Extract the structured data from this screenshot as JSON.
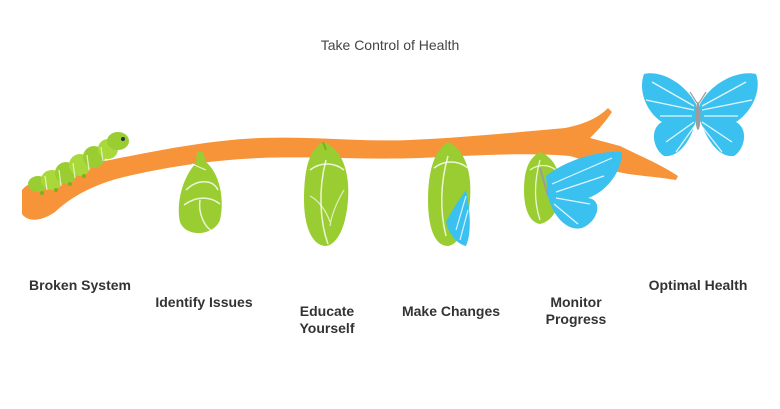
{
  "title": "Take Control of Health",
  "stages": [
    {
      "lines": [
        "Broken System"
      ]
    },
    {
      "lines": [
        "Identify Issues"
      ]
    },
    {
      "lines": [
        "Educate",
        "Yourself"
      ]
    },
    {
      "lines": [
        "Make Changes"
      ]
    },
    {
      "lines": [
        "Monitor",
        "Progress"
      ]
    },
    {
      "lines": [
        "Optimal Health"
      ]
    }
  ],
  "colors": {
    "branch": "#F7943A",
    "green": "#9ACD32",
    "green_light": "#B8E05A",
    "green_dark": "#7DB022",
    "blue": "#3BC1F0",
    "blue_dark": "#1E9AD0",
    "text": "#333333"
  },
  "icons": [
    "caterpillar-icon",
    "chrysalis-icon",
    "cocoon-icon",
    "hatching-chrysalis-icon",
    "emerging-butterfly-icon",
    "butterfly-icon"
  ]
}
